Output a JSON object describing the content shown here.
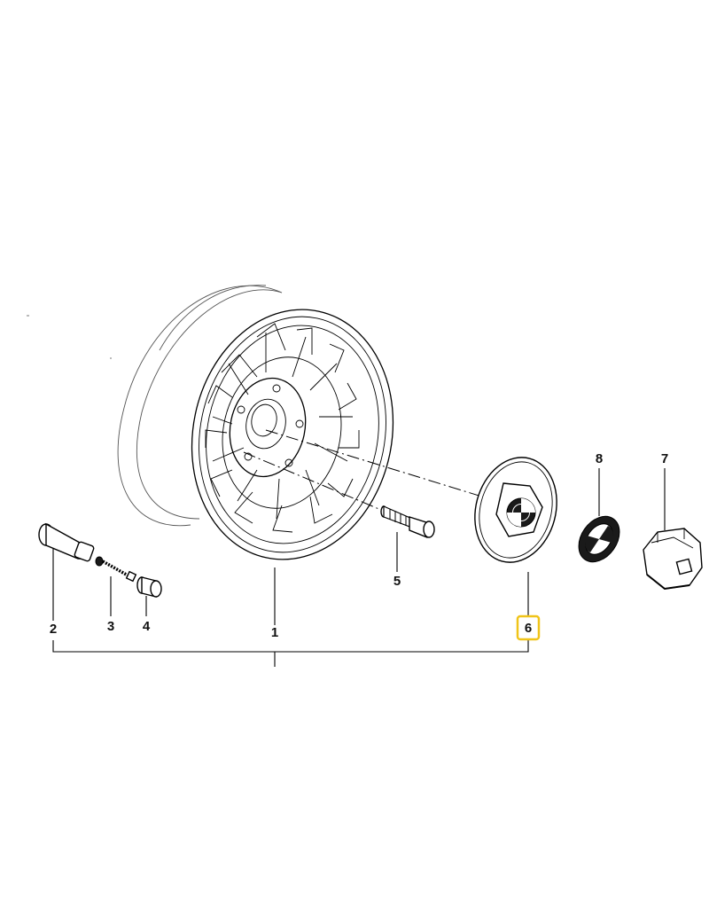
{
  "diagram": {
    "parts": [
      {
        "id": "1",
        "label": "1"
      },
      {
        "id": "2",
        "label": "2"
      },
      {
        "id": "3",
        "label": "3"
      },
      {
        "id": "4",
        "label": "4"
      },
      {
        "id": "5",
        "label": "5"
      },
      {
        "id": "6",
        "label": "6",
        "highlighted": true
      },
      {
        "id": "7",
        "label": "7"
      },
      {
        "id": "8",
        "label": "8"
      }
    ],
    "highlight_color": "#f0c419"
  }
}
